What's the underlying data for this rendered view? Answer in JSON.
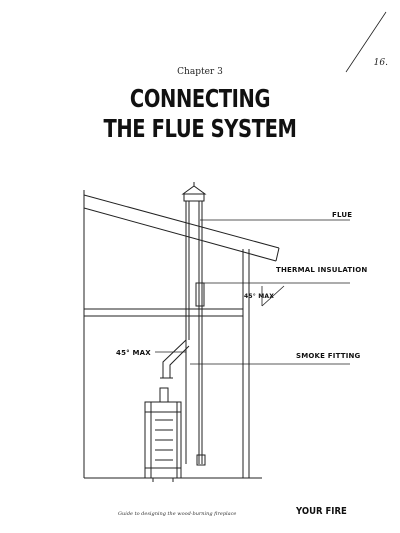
{
  "page": {
    "number": "16.",
    "chapter": "Chapter 3",
    "title_line1": "CONNECTING",
    "title_line2": "THE FLUE SYSTEM"
  },
  "diagram": {
    "labels": {
      "flue": "FLUE",
      "thermal_insulation": "THERMAL INSULATION",
      "smoke_fitting": "SMOKE FITTING",
      "angle_right": "45° MAX",
      "angle_left": "45° MAX"
    }
  },
  "footer": {
    "tagline": "Guide to designing the wood-burning fireplace",
    "brand": "YOUR FIRE"
  }
}
